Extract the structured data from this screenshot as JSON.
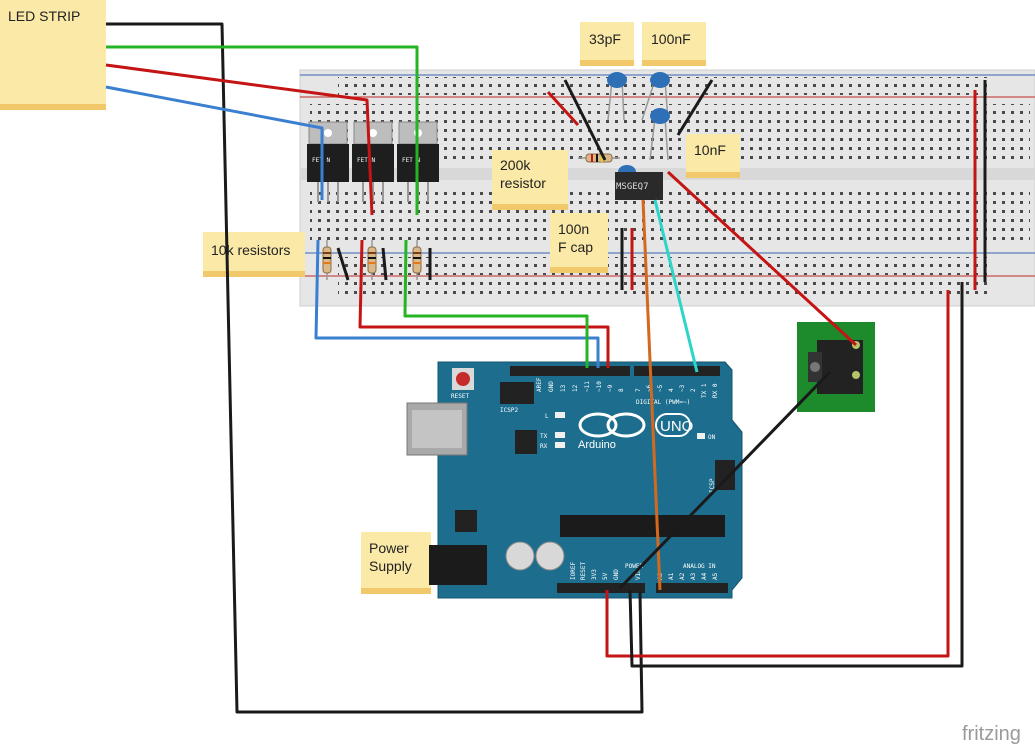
{
  "notes": {
    "led_strip": "LED STRIP",
    "cap_33pf": "33pF",
    "cap_100nf": "100nF",
    "cap_10nf": "10nF",
    "res_200k_line1": "200k",
    "res_200k_line2": "resistor",
    "cap_100n_line1": "100n",
    "cap_100n_line2": "F cap",
    "res_10k": "10k resistors",
    "power_line1": "Power",
    "power_line2": "Supply"
  },
  "components": {
    "fet_label": "FET N",
    "chip_label": "MSGEQ7"
  },
  "arduino": {
    "logo": "Arduino",
    "model": "UNO",
    "reset": "RESET",
    "icsp2": "ICSP2",
    "icsp": "ICSP",
    "on": "ON",
    "led_l": "L",
    "tx": "TX",
    "rx": "RX",
    "digital": "DIGITAL (PWM=~)",
    "analog": "ANALOG IN",
    "power": "POWER",
    "pin_aref": "AREF",
    "pin_gnd": "GND",
    "pin_13": "13",
    "pin_12": "12",
    "pin_11": "~11",
    "pin_10": "~10",
    "pin_9": "~9",
    "pin_8": "8",
    "pin_7": "7",
    "pin_6": "~6",
    "pin_5": "~5",
    "pin_4": "4",
    "pin_3": "~3",
    "pin_2": "2",
    "pin_tx": "TX 1",
    "pin_rx": "RX 0",
    "pin_ioref": "IOREF",
    "pin_reset": "RESET",
    "pin_3v3": "3V3",
    "pin_5v": "5V",
    "pin_gnd2": "GND",
    "pin_vin": "VIN",
    "pin_a0": "A0",
    "pin_a1": "A1",
    "pin_a2": "A2",
    "pin_a3": "A3",
    "pin_a4": "A4",
    "pin_a5": "A5"
  },
  "watermark": "fritzing",
  "colors": {
    "wire_black": "#1a1a1a",
    "wire_red": "#c41414",
    "wire_green": "#24b424",
    "wire_blue": "#3a7fd0",
    "wire_orange": "#d2691e",
    "wire_cyan": "#2dd4c8",
    "note_yellow": "#fbe9a8",
    "arduino_teal": "#1d6e8e",
    "breadboard": "#e8e8e8"
  }
}
